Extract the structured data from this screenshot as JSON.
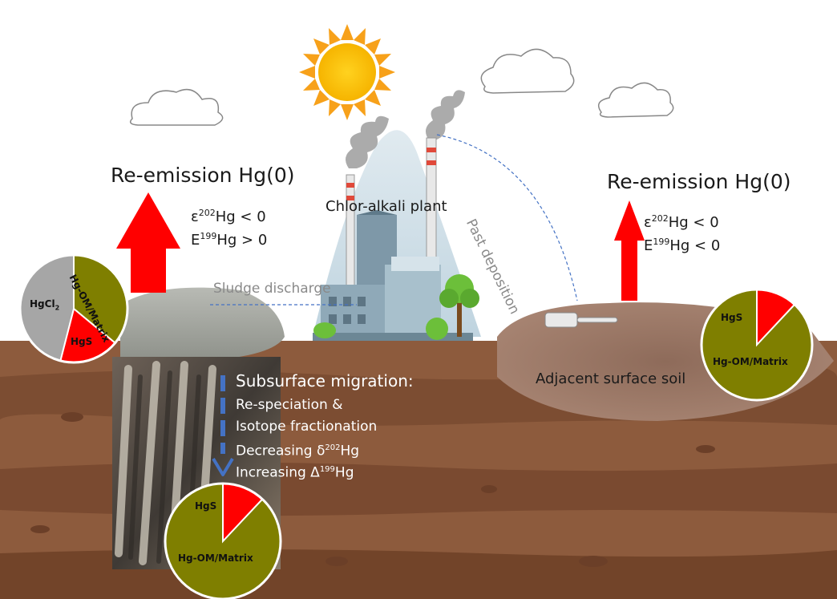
{
  "left_reemission": {
    "title": "Re-emission Hg(0)",
    "iso1_prefix": "ε",
    "iso1_sup": "202",
    "iso1_rest": "Hg < 0",
    "iso2_prefix": "E",
    "iso2_sup": "199",
    "iso2_rest": "Hg > 0"
  },
  "right_reemission": {
    "title": "Re-emission Hg(0)",
    "iso1_prefix": "ε",
    "iso1_sup": "202",
    "iso1_rest": "Hg < 0",
    "iso2_prefix": "E",
    "iso2_sup": "199",
    "iso2_rest": "Hg < 0"
  },
  "plant_label": "Chlor-alkali plant",
  "sludge_label": "Sludge discharge",
  "past_deposition_label": "Past deposition",
  "soil_label": "Adjacent surface soil",
  "migration": {
    "title": "Subsurface migration:",
    "line1": "Re-speciation &",
    "line2": "Isotope fractionation",
    "line3_prefix": "Decreasing δ",
    "line3_sup": "202",
    "line3_rest": "Hg",
    "line4_prefix": "Increasing Δ",
    "line4_sup": "199",
    "line4_rest": "Hg"
  },
  "pies": {
    "left": {
      "slices": [
        {
          "label": "Hg-OM/Matrix",
          "share": 0.36,
          "color": "#7f7f00"
        },
        {
          "label": "HgS",
          "share": 0.18,
          "color": "#ff0000"
        },
        {
          "label_main": "HgCl",
          "label_sub": "2",
          "share": 0.46,
          "color": "#a6a6a6"
        }
      ]
    },
    "right": {
      "slices": [
        {
          "label": "Hg-OM/Matrix",
          "share": 0.88,
          "color": "#7f7f00"
        },
        {
          "label": "HgS",
          "share": 0.12,
          "color": "#ff0000"
        }
      ]
    },
    "bottom": {
      "slices": [
        {
          "label": "Hg-OM/Matrix",
          "share": 0.88,
          "color": "#7f7f00"
        },
        {
          "label": "HgS",
          "share": 0.12,
          "color": "#ff0000"
        }
      ]
    }
  },
  "colors": {
    "arrow_red": "#ff0000",
    "migration_arrow": "#4472c4",
    "soil_top": "#8b5a3c",
    "soil_band": "#7a4b30"
  }
}
